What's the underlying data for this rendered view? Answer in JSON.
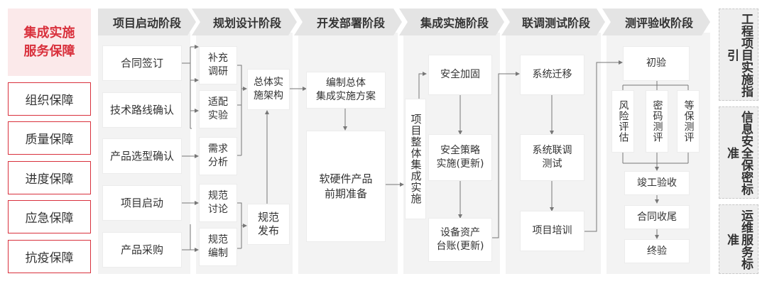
{
  "left_title": "集成实施\n服务保障",
  "left_items": [
    "组织保障",
    "质量保障",
    "进度保障",
    "应急保障",
    "抗疫保障"
  ],
  "phases": [
    "项目启动阶段",
    "规划设计阶段",
    "开发部署阶段",
    "集成实施阶段",
    "联调测试阶段",
    "测评验收阶段"
  ],
  "col1": [
    "合同签订",
    "技术路线确认",
    "产品选型确认",
    "项目启动",
    "产品采购"
  ],
  "col2a": [
    "补充\n调研",
    "适配\n实验",
    "需求\n分析",
    "规范\n讨论",
    "规范\n编制"
  ],
  "col2b": [
    "总体实\n施架构",
    "规范\n发布"
  ],
  "col3": [
    "编制总体\n集成实施方案",
    "软硬件产品\n前期准备"
  ],
  "col4_vertical": "项目整体集成实施",
  "col4": [
    "安全加固",
    "安全策略\n实施(更新)",
    "设备资产\n台账(更新)"
  ],
  "col5": [
    "系统迁移",
    "系统联调\n测试",
    "项目培训"
  ],
  "col6": {
    "top": "初验",
    "sub": [
      "风险评估",
      "密码测评",
      "等保测评"
    ],
    "rest": [
      "竣工验收",
      "合同收尾",
      "终验"
    ]
  },
  "right_items": [
    "工程项目实施指引",
    "信息安全保密标准",
    "运维服务标准"
  ],
  "colors": {
    "accent": "#d9313d",
    "title_bg": "#fbe9ea",
    "panel": "#f3f3f3",
    "phase": "#e4e4e4"
  }
}
